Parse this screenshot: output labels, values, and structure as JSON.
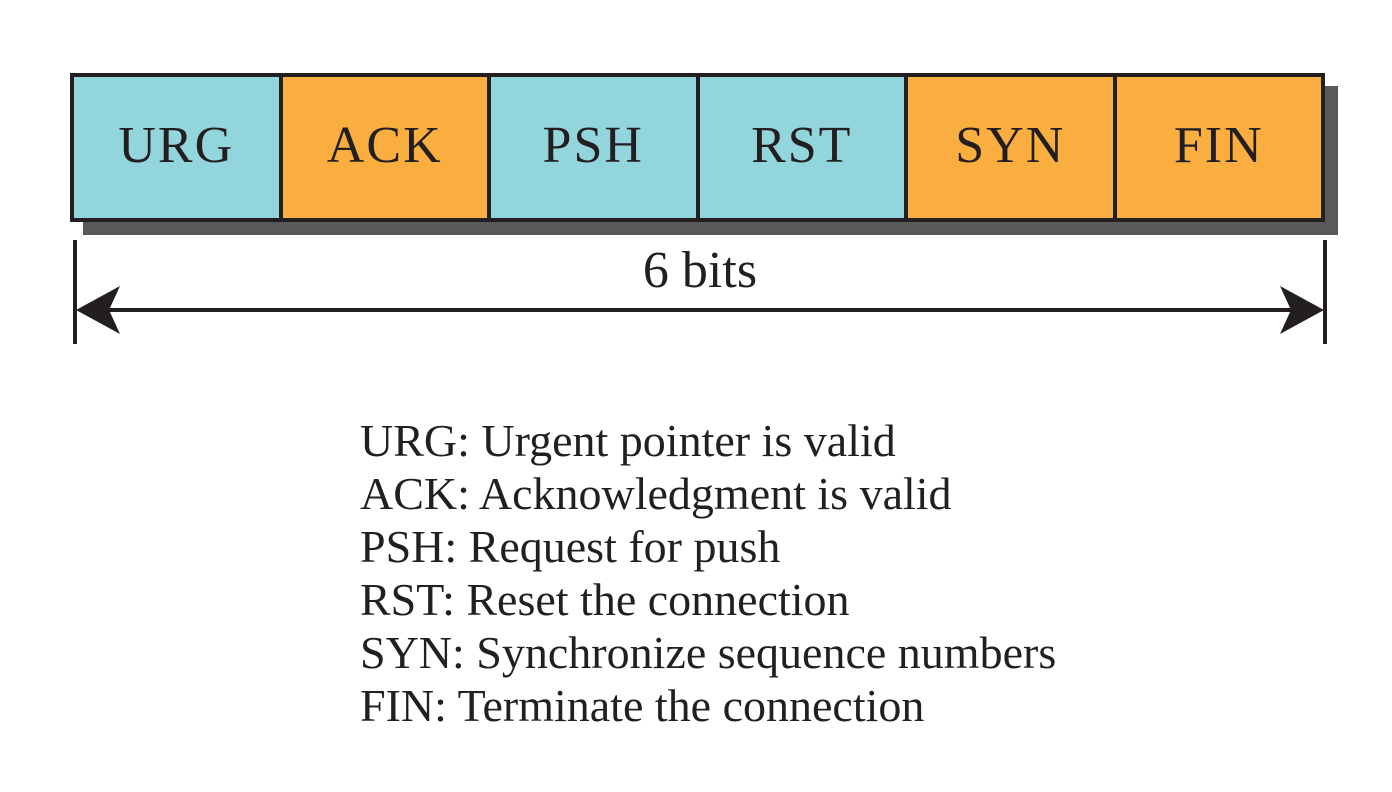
{
  "colors": {
    "cyan": "#93d5dd",
    "orange": "#faae40",
    "shadow": "#58595b",
    "ink": "#231f20"
  },
  "flag_bar": {
    "cells": [
      {
        "label": "URG",
        "color": "#93d5dd"
      },
      {
        "label": "ACK",
        "color": "#faae40"
      },
      {
        "label": "PSH",
        "color": "#93d5dd"
      },
      {
        "label": "RST",
        "color": "#93d5dd"
      },
      {
        "label": "SYN",
        "color": "#faae40"
      },
      {
        "label": "FIN",
        "color": "#faae40"
      }
    ]
  },
  "dimension": {
    "label": "6 bits"
  },
  "legend": {
    "items": [
      "URG: Urgent pointer is valid",
      "ACK: Acknowledgment is valid",
      "PSH: Request for push",
      "RST: Reset the connection",
      "SYN: Synchronize sequence numbers",
      "FIN: Terminate the connection"
    ]
  }
}
